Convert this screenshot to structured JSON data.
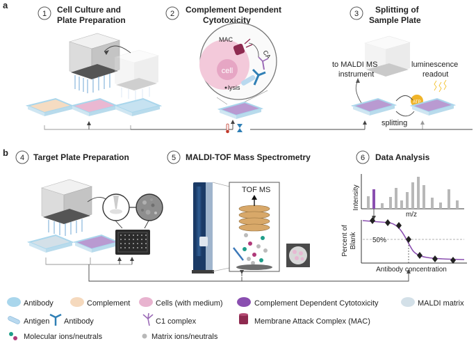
{
  "panel_a": {
    "label": "a",
    "steps": [
      {
        "num": "1",
        "title_line1": "Cell Culture and",
        "title_line2": "Plate Preparation"
      },
      {
        "num": "2",
        "title_line1": "Complement Dependent",
        "title_line2": "Cytotoxicity"
      },
      {
        "num": "3",
        "title_line1": "Splitting of",
        "title_line2": "Sample Plate"
      }
    ],
    "zoom": {
      "mac": "MAC",
      "ca": "CA",
      "cell": "cell",
      "lysis": "lysis"
    },
    "split": {
      "maldi_line1": "to MALDI MS",
      "maldi_line2": "instrument",
      "lum_line1": "luminescence",
      "lum_line2": "readout",
      "atp": "ATP",
      "splitting": "splitting"
    }
  },
  "panel_b": {
    "label": "b",
    "steps": [
      {
        "num": "4",
        "title": "Target Plate Preparation"
      },
      {
        "num": "5",
        "title": "MALDI-TOF Mass Spectrometry"
      },
      {
        "num": "6",
        "title": "Data Analysis"
      }
    ],
    "tof_label": "TOF MS",
    "spectrum": {
      "ylabel": "Intensity",
      "xlabel": "m/z"
    },
    "curve": {
      "ylabel_line1": "Percent of",
      "ylabel_line2": "Blank",
      "xlabel": "Antibody concentration",
      "ref": "50%"
    }
  },
  "legend": [
    {
      "label": "Antibody",
      "icon": "antibody-well-swatch",
      "color": "#a9d6ec"
    },
    {
      "label": "Complement",
      "icon": "complement-well-swatch",
      "color": "#f5d9bd"
    },
    {
      "label": "Cells (with medium)",
      "icon": "cells-well-swatch",
      "color": "#e8b3cf"
    },
    {
      "label": "Complement Dependent Cytotoxicity",
      "icon": "cdc-well-swatch",
      "color": "#8a4fb0"
    },
    {
      "label": "MALDI matrix",
      "icon": "matrix-well-swatch",
      "color": "#d3e0e8"
    },
    {
      "label": "Antigen",
      "icon": "antigen-icon",
      "color": "#9ec6e6"
    },
    {
      "label": "Antibody",
      "icon": "antibody-icon",
      "color": "#2f7fb5"
    },
    {
      "label": "C1 complex",
      "icon": "c1-complex-icon",
      "color": "#9b6bb7"
    },
    {
      "label": "Membrane Attack Complex (MAC)",
      "icon": "mac-icon",
      "color": "#8e2a50"
    },
    {
      "label": "Molecular ions/neutrals",
      "icon": "molecular-ions-icon",
      "color": "#1f9e8a"
    },
    {
      "label": "Matrix ions/neutrals",
      "icon": "matrix-ions-icon",
      "color": "#b8b8b8"
    }
  ]
}
